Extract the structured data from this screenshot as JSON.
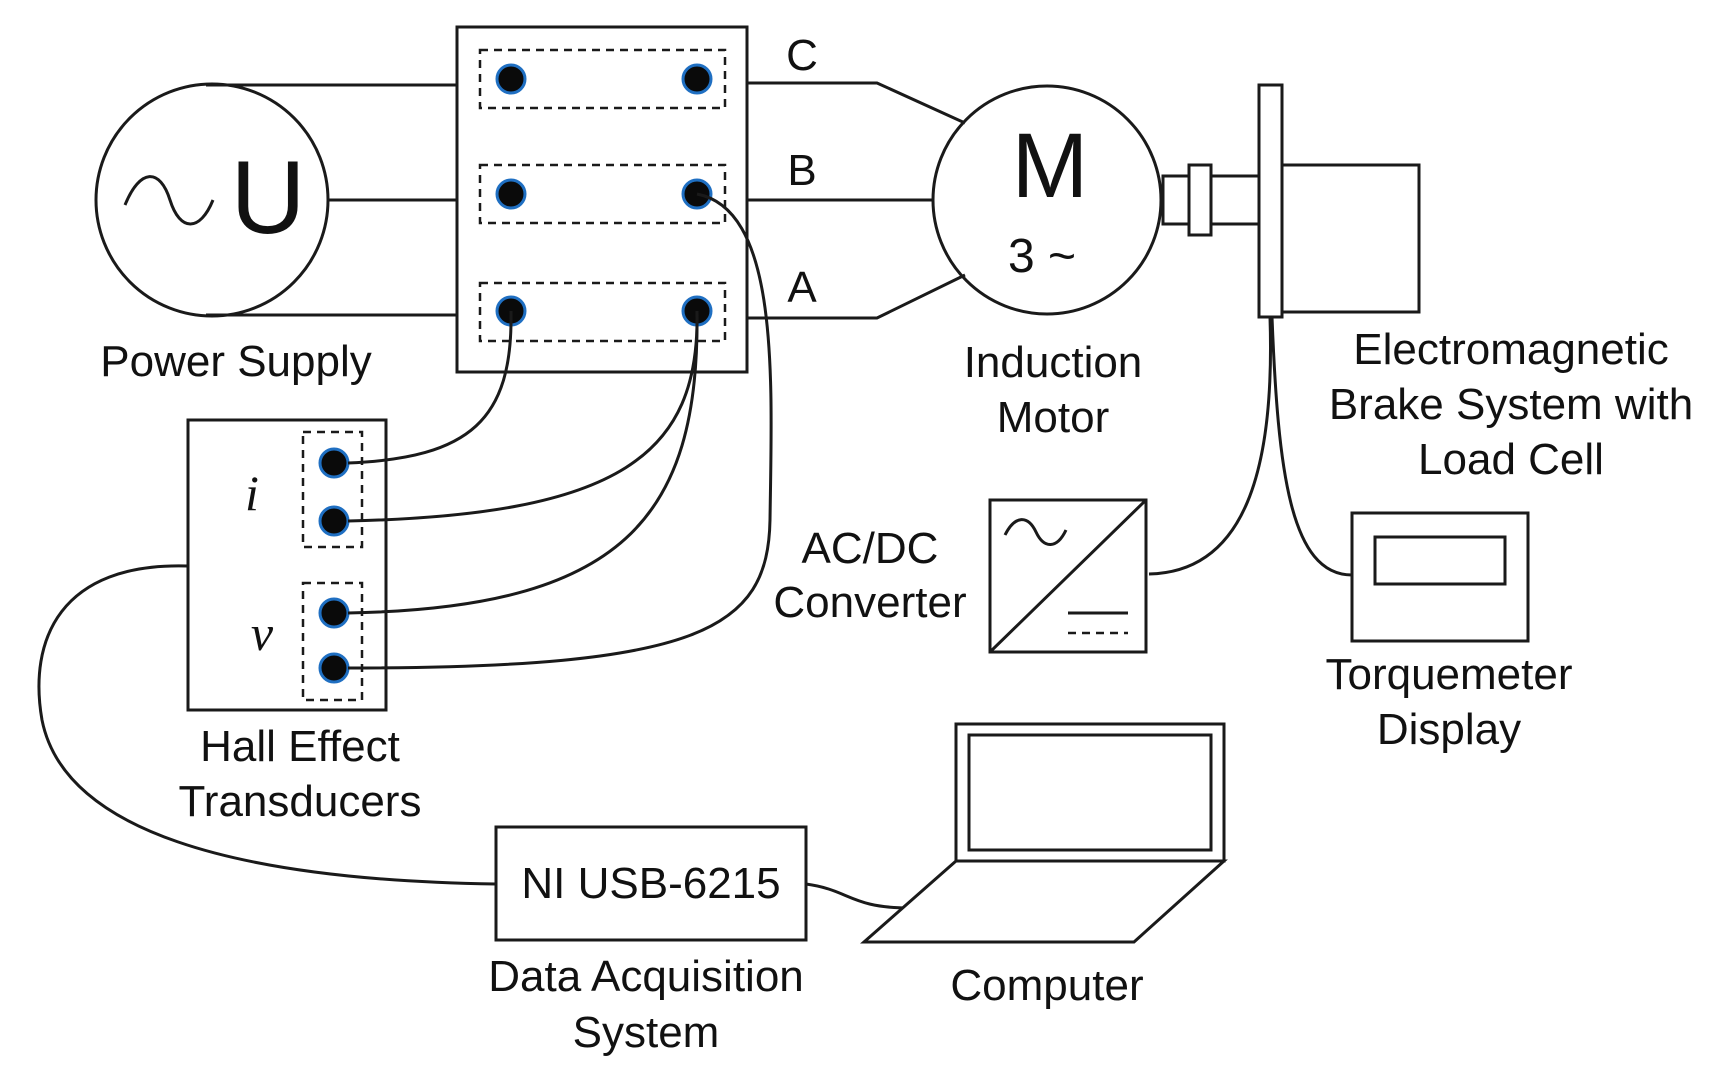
{
  "power_supply": {
    "symbol_wave": "~",
    "symbol_letter": "U",
    "label": "Power Supply"
  },
  "phases": {
    "c": "C",
    "b": "B",
    "a": "A"
  },
  "motor": {
    "symbol": "M",
    "phase_symbol": "3 ~",
    "label_line1": "Induction",
    "label_line2": "Motor"
  },
  "brake": {
    "label_line1": "Electromagnetic",
    "label_line2": "Brake System with",
    "label_line3": "Load Cell"
  },
  "hall": {
    "current_symbol": "i",
    "voltage_symbol": "v",
    "label_line1": "Hall Effect",
    "label_line2": "Transducers"
  },
  "converter": {
    "label_line1": "AC/DC",
    "label_line2": "Converter"
  },
  "torque": {
    "label_line1": "Torquemeter",
    "label_line2": "Display"
  },
  "daq": {
    "device": "NI USB-6215",
    "label_line1": "Data Acquisition",
    "label_line2": "System"
  },
  "computer": {
    "label": "Computer"
  },
  "colors": {
    "terminal_ring": "#1f6fc2",
    "line": "#1a1a1a"
  }
}
